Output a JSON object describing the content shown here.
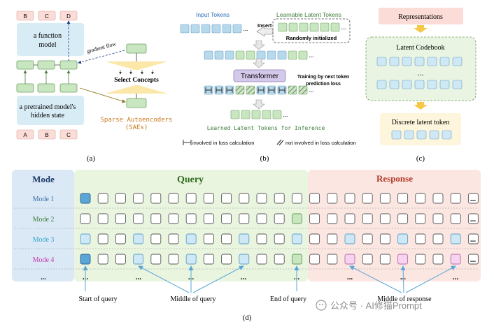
{
  "panel_a": {
    "top_tokens": [
      "B",
      "C",
      "D"
    ],
    "bottom_tokens": [
      "A",
      "B",
      "C"
    ],
    "function_model_label": [
      "a function",
      "model"
    ],
    "pretrained_label": [
      "a pretrained model's",
      "hidden state"
    ],
    "gradient_flow": "gradient flow",
    "select_concepts": "Select Concepts",
    "sae_label": [
      "Sparse Autoencoders",
      "(SAEs)"
    ],
    "caption": "(a)"
  },
  "panel_b": {
    "input_tokens": "Input Tokens",
    "learnable_latent_tokens": "Learnable Latent Tokens",
    "insert": "Insert",
    "randomly_initialized": "Randomly initialized",
    "transformer": "Transformer",
    "training_note": [
      "Training by next token",
      "prediction loss"
    ],
    "learned_latent": "Learned Latent Tokens for Inference",
    "legend_involved": "involved in loss calculation",
    "legend_not_involved": "not involved in loss calculation",
    "ellipsis": "...",
    "caption": "(b)"
  },
  "panel_c": {
    "representations": "Representations",
    "latent_codebook": "Latent Codebook",
    "discrete_latent_token": "Discrete latent token",
    "ellipsis": "...",
    "caption": "(c)"
  },
  "panel_d": {
    "mode_header": "Mode",
    "query_header": "Query",
    "response_header": "Response",
    "modes": [
      "Mode 1",
      "Mode 2",
      "Mode 3",
      "Mode 4",
      "..."
    ],
    "labels": {
      "start_of_query": "Start of query",
      "middle_of_query": "Middle of query",
      "end_of_query": "End of query",
      "middle_of_response": "Middle of response"
    },
    "ellipsis": "...",
    "caption": "(d)"
  },
  "watermark": "公众号 · AI修猫Prompt",
  "colors": {
    "token_blue": "#b7d9ec",
    "token_green": "#c8e6c0",
    "query_bg": "#eaf5e0",
    "response_bg": "#fbe6e1",
    "mode_bg": "#dbe9f6",
    "light_blue": "#cfe8f5",
    "pink": "#f6d3ee",
    "dark_blue": "#5aa6d8",
    "query_title": "#2e6b1e",
    "response_title": "#b13a2a",
    "mode1_color": "#3a6ea5",
    "mode2_color": "#3d7d3a",
    "mode3_color": "#36a6c8",
    "mode4_color": "#c23ab0"
  }
}
